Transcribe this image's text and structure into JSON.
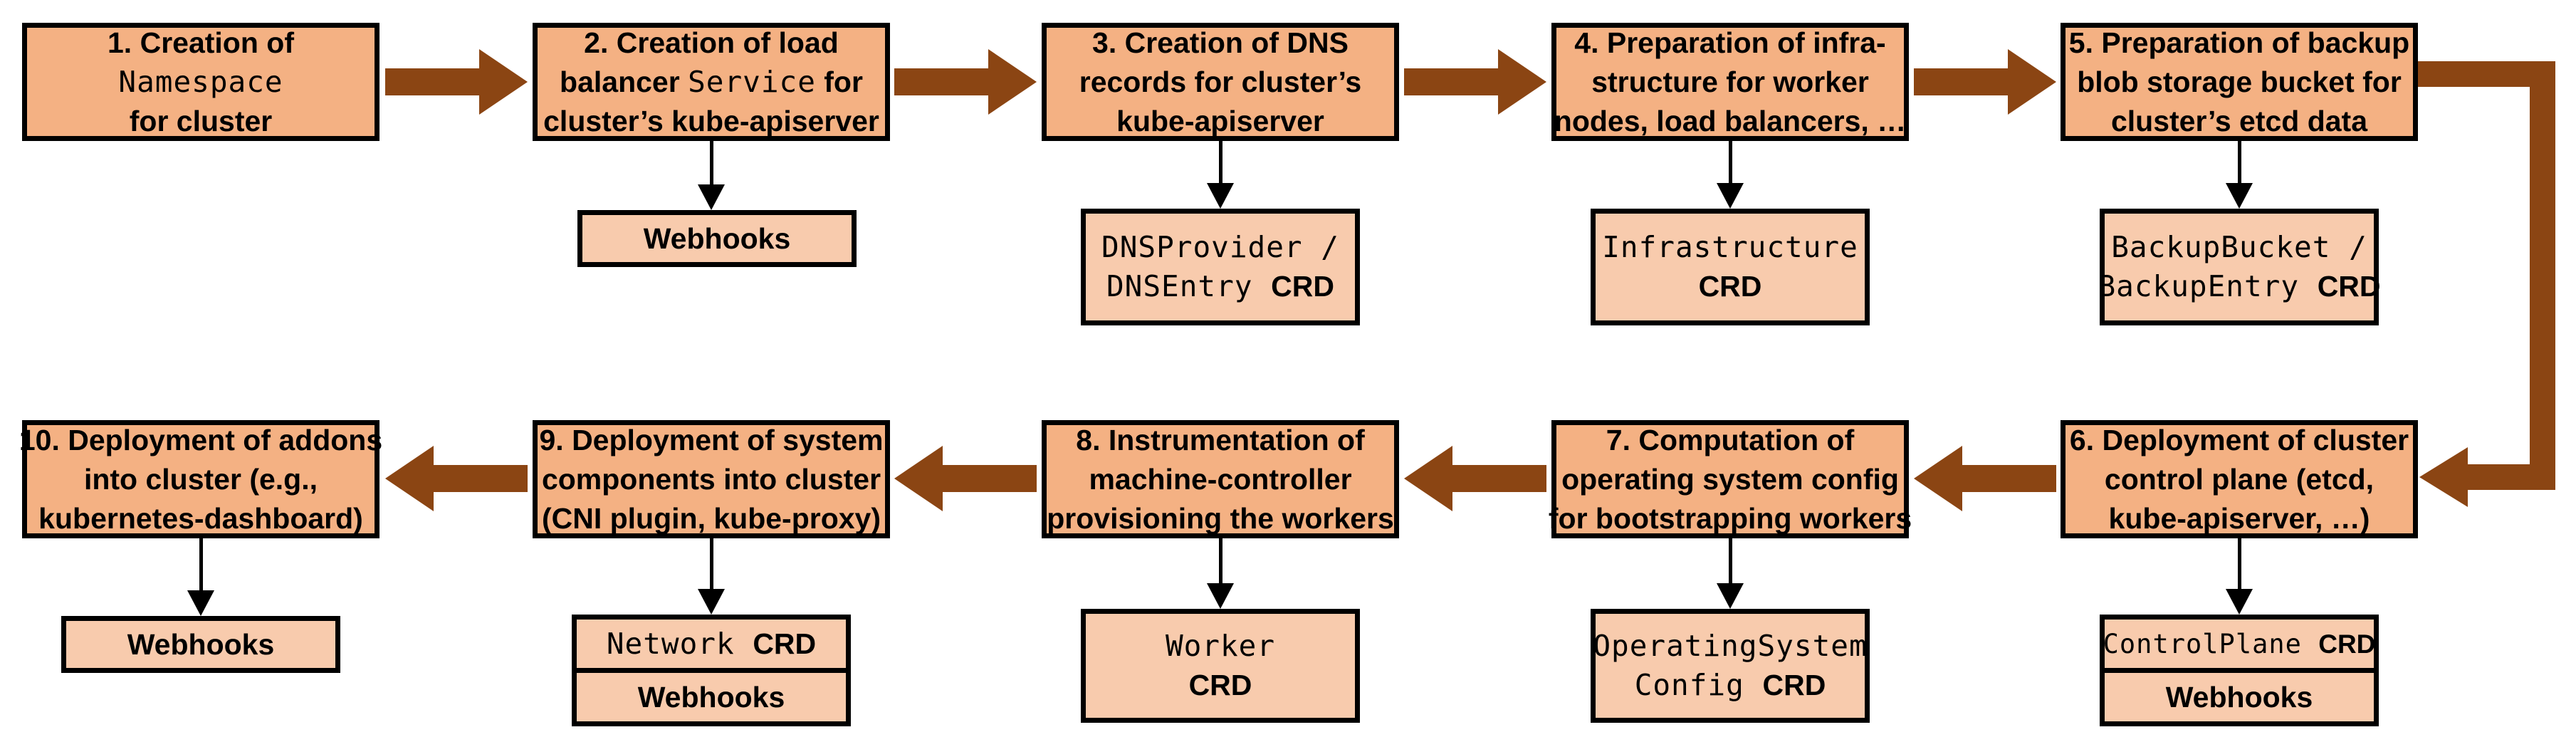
{
  "colors": {
    "main_box_fill": "#F4B183",
    "sub_box_fill": "#F8CBAD",
    "border": "#000000",
    "flow_arrow": "#8B4513",
    "connector": "#000000",
    "background": "#FFFFFF"
  },
  "steps": [
    {
      "name": "step-1",
      "main": [
        [
          {
            "t": "1. Creation of"
          }
        ],
        [
          {
            "t": "Namespace"
          }
        ],
        [
          {
            "t": "for cluster"
          }
        ]
      ]
    },
    {
      "name": "step-2",
      "main": [
        [
          {
            "t": "2. Creation of load"
          }
        ],
        [
          {
            "t": "balancer "
          },
          {
            "t": "Service"
          },
          {
            "t": " for"
          }
        ],
        [
          {
            "t": "cluster’s kube-apiserver"
          }
        ]
      ],
      "sub": [
        [
          [
            {
              "t": "Webhooks"
            }
          ]
        ]
      ]
    },
    {
      "name": "step-3",
      "main": [
        [
          {
            "t": "3. Creation of DNS"
          }
        ],
        [
          {
            "t": "records for cluster’s"
          }
        ],
        [
          {
            "t": "kube-apiserver"
          }
        ]
      ],
      "sub": [
        [
          [
            {
              "t": "DNSProvider /"
            }
          ],
          [
            {
              "t": "DNSEntry "
            },
            {
              "t": "CRD"
            }
          ]
        ]
      ]
    },
    {
      "name": "step-4",
      "main": [
        [
          {
            "t": "4. Preparation of infra-"
          }
        ],
        [
          {
            "t": "structure for worker"
          }
        ],
        [
          {
            "t": "nodes, load balancers, …"
          }
        ]
      ],
      "sub": [
        [
          [
            {
              "t": "Infrastructure"
            }
          ],
          [
            {
              "t": "CRD"
            }
          ]
        ]
      ]
    },
    {
      "name": "step-5",
      "main": [
        [
          {
            "t": "5. Preparation of backup"
          }
        ],
        [
          {
            "t": "blob storage bucket for"
          }
        ],
        [
          {
            "t": "cluster’s etcd data"
          }
        ]
      ],
      "sub": [
        [
          [
            {
              "t": "BackupBucket /"
            }
          ],
          [
            {
              "t": "BackupEntry "
            },
            {
              "t": "CRD"
            }
          ]
        ]
      ]
    },
    {
      "name": "step-6",
      "main": [
        [
          {
            "t": "6. Deployment of cluster"
          }
        ],
        [
          {
            "t": "control plane (etcd,"
          }
        ],
        [
          {
            "t": "kube-apiserver, …)"
          }
        ]
      ],
      "sub": [
        [
          [
            {
              "t": "ControlPlane "
            },
            {
              "t": "CRD"
            }
          ]
        ],
        [
          [
            {
              "t": "Webhooks"
            }
          ]
        ]
      ]
    },
    {
      "name": "step-7",
      "main": [
        [
          {
            "t": "7. Computation of"
          }
        ],
        [
          {
            "t": "operating system config"
          }
        ],
        [
          {
            "t": "for bootstrapping workers"
          }
        ]
      ],
      "sub": [
        [
          [
            {
              "t": "OperatingSystem"
            }
          ],
          [
            {
              "t": "Config "
            },
            {
              "t": "CRD"
            }
          ]
        ]
      ]
    },
    {
      "name": "step-8",
      "main": [
        [
          {
            "t": "8. Instrumentation of"
          }
        ],
        [
          {
            "t": "machine-controller"
          }
        ],
        [
          {
            "t": "provisioning the workers"
          }
        ]
      ],
      "sub": [
        [
          [
            {
              "t": "Worker"
            }
          ],
          [
            {
              "t": "CRD"
            }
          ]
        ]
      ]
    },
    {
      "name": "step-9",
      "main": [
        [
          {
            "t": "9. Deployment of system"
          }
        ],
        [
          {
            "t": "components into cluster"
          }
        ],
        [
          {
            "t": "(CNI plugin, kube-proxy)"
          }
        ]
      ],
      "sub": [
        [
          [
            {
              "t": "Network "
            },
            {
              "t": "CRD"
            }
          ]
        ],
        [
          [
            {
              "t": "Webhooks"
            }
          ]
        ]
      ]
    },
    {
      "name": "step-10",
      "main": [
        [
          {
            "t": "10. Deployment of addons"
          }
        ],
        [
          {
            "t": "into cluster (e.g.,"
          }
        ],
        [
          {
            "t": "kubernetes-dashboard)"
          }
        ]
      ],
      "sub": [
        [
          [
            {
              "t": "Webhooks"
            }
          ]
        ]
      ]
    }
  ]
}
